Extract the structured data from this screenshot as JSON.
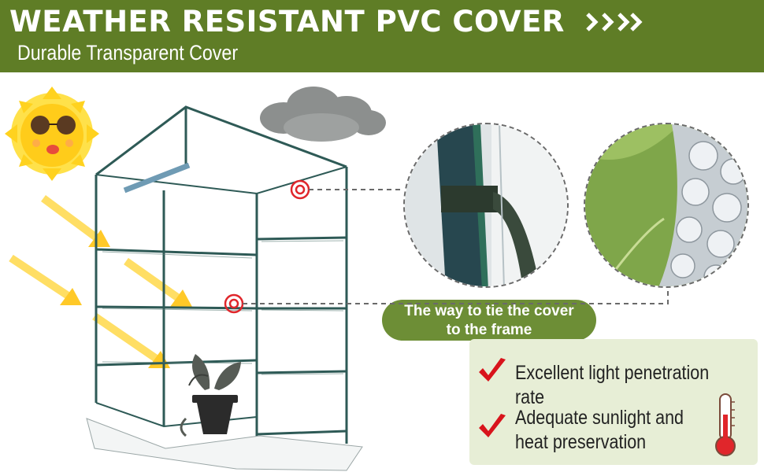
{
  "header": {
    "title": "WEATHER RESISTANT PVC COVER",
    "subtitle": "Durable Transparent Cover"
  },
  "callout": {
    "line1": "The way to tie the cover",
    "line2": "to the frame"
  },
  "features": [
    {
      "text": "Excellent light penetration rate"
    },
    {
      "text": "Adequate sunlight and heat preservation"
    }
  ],
  "colors": {
    "header_green": "#5f7d26",
    "pill_green": "#6d8e36",
    "feature_panel": "#e7eed6",
    "check_red": "#d8141c",
    "sun_yellow": "#ffd21f",
    "arrow_yellow": "#ffc928",
    "target_red": "#e0262b"
  },
  "icons": [
    "chevrons-right-icon",
    "sun-icon",
    "cloud-icon",
    "checkmark-icon",
    "thermometer-icon",
    "potted-plant-icon",
    "target-marker-icon"
  ]
}
